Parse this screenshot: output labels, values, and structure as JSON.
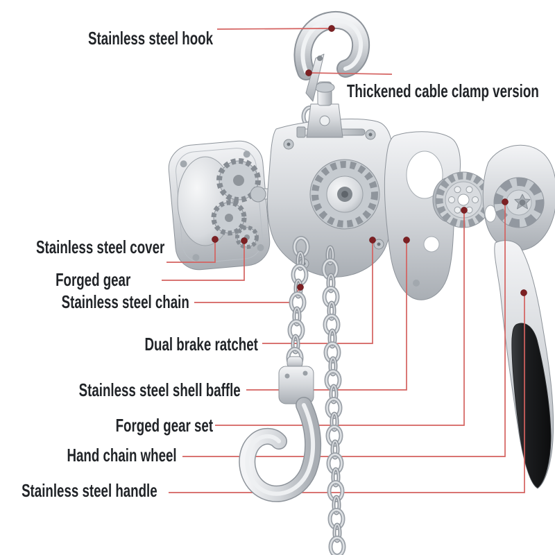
{
  "figure": {
    "type": "exploded-parts-diagram",
    "subject": "stainless steel lever chain hoist",
    "background_color": "#ffffff"
  },
  "style": {
    "leader_line_color": "#d4615f",
    "callout_dot_color": "#7c2023",
    "label_text_color": "#212428",
    "metal_light": "#f3f4f6",
    "metal_mid": "#d3d6da",
    "metal_dark": "#a9aeb4",
    "grip_color": "#141517"
  },
  "callouts": [
    {
      "id": "hook",
      "label": "Stainless steel hook"
    },
    {
      "id": "cable-clamp",
      "label": "Thickened cable clamp version"
    },
    {
      "id": "cover",
      "label": "Stainless steel cover"
    },
    {
      "id": "forged-gear",
      "label": "Forged gear"
    },
    {
      "id": "chain",
      "label": "Stainless steel chain"
    },
    {
      "id": "ratchet",
      "label": "Dual brake ratchet"
    },
    {
      "id": "shell-baffle",
      "label": "Stainless steel shell baffle"
    },
    {
      "id": "gear-set",
      "label": "Forged gear set"
    },
    {
      "id": "hand-chain-wheel",
      "label": "Hand chain wheel"
    },
    {
      "id": "handle",
      "label": "Stainless steel handle"
    }
  ]
}
